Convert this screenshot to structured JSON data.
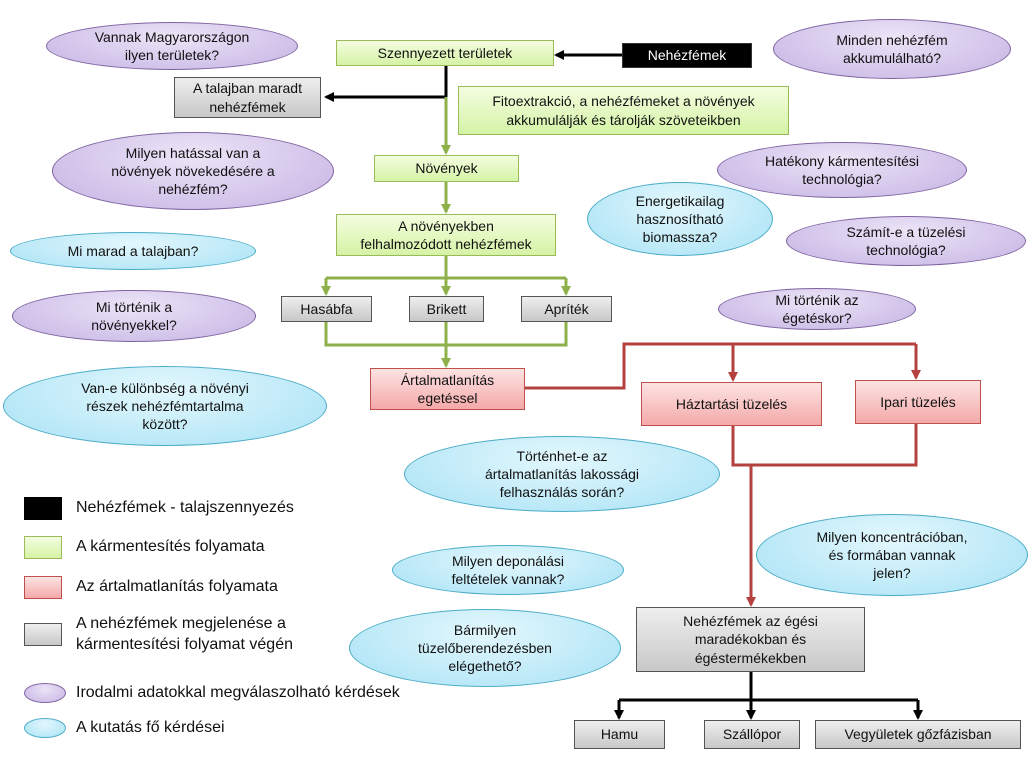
{
  "nodes": {
    "nehezfemek": "Nehézfémek",
    "szennyezett": "Szennyezett területek",
    "talajban": "A talajban maradt\nnehézfémek",
    "fitoextrakcio": "Fitoextrakció, a nehézfémeket a növények\nakkumulálják és tárolják szöveteikben",
    "novenyek": "Növények",
    "felhalmozodott": "A növényekben\nfelhalmozódott nehézfémek",
    "hasabfa": "Hasábfa",
    "brikett": "Brikett",
    "aprilek": "Apríték",
    "artalmatlanitas": "Ártalmatlanítás\negetéssel",
    "haztartasi": "Háztartási tüzelés",
    "ipari": "Ipari tüzelés",
    "egesi": "Nehézfémek az égési\nmaradékokban és\négéstermékekben",
    "hamu": "Hamu",
    "szallopor": "Szállópor",
    "vegyuletek": "Vegyületek gőzfázisban"
  },
  "questions": {
    "magyarorszag": "Vannak Magyarországon\nilyen területek?",
    "minden": "Minden nehézfém\nakkumulálható?",
    "hatas": "Milyen hatással van a\nnövények növekedésére a\nnehézfém?",
    "hatekony": "Hatékony kármentesítési\ntechnológia?",
    "energetikai": "Energetikailag\nhasznosítható\nbiomassza?",
    "tuzelesi_tech": "Számít-e a tüzelési\ntechnológia?",
    "marad": "Mi marad a talajban?",
    "tortenik_noveny": "Mi történik a\nnövényekkel?",
    "egeteskor": "Mi történik az\négetéskor?",
    "kulonbseg": "Van-e különbség a növényi\nrészek nehézfémtartalma\nközött?",
    "lakossagi": "Történhet-e az\nártalmatlanítás lakossági\nfelhasználás során?",
    "koncentracio": "Milyen koncentrációban,\nés formában vannak\njelen?",
    "deponalasi": "Milyen deponálási\nfeltételek vannak?",
    "barmilyen": "Bármilyen\ntüzelőberendezésben\nelégethető?"
  },
  "legend": {
    "black": "Nehézfémek - talajszennyezés",
    "green": "A kármentesítés folyamata",
    "red": "Az ártalmatlanítás folyamata",
    "grey": "A nehézfémek megjelenése a\nkármentesítési folyamat végén",
    "purple": "Irodalmi adatokkal megválaszolható kérdések",
    "blue": "A kutatás fő kérdései"
  },
  "colors": {
    "green_line": "#8db04a",
    "red_line": "#b5413f",
    "black_line": "#000000"
  }
}
